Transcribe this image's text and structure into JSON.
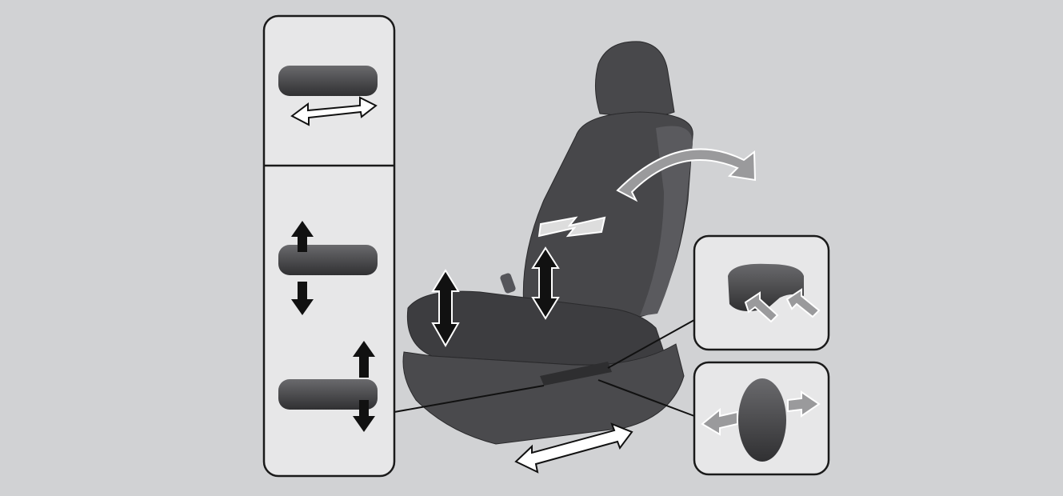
{
  "colors": {
    "background": "#d1d2d4",
    "panel_fill": "#e7e7e8",
    "panel_stroke": "#1a1a1a",
    "seat_dark": "#3a3a3c",
    "seat_mid": "#4b4b4e",
    "seat_light": "#5c5c60",
    "arrow_black": "#111111",
    "arrow_gray": "#9a9a9c",
    "arrow_white": "#ffffff"
  },
  "icons": {
    "seat": "power-seat-illustration",
    "slide_switch": "seat-slide-switch",
    "front_height_switch": "front-height-switch",
    "rear_height_switch": "rear-height-switch",
    "lumbar_switch": "lumbar-support-switch",
    "recline_switch": "recline-switch"
  }
}
